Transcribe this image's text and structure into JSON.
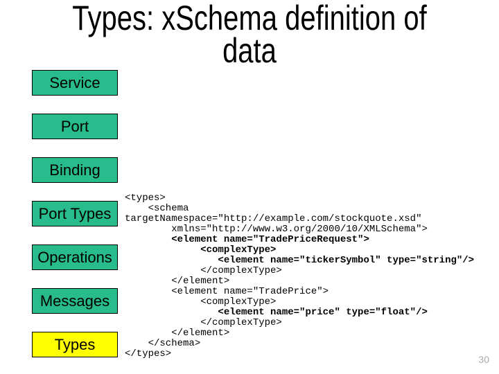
{
  "slide": {
    "title_line1": "Types: xSchema definition of",
    "title_line2": "data",
    "page_number": "30"
  },
  "colors": {
    "box_green": "#28BB8C",
    "box_highlight": "#FFFF00",
    "box_border": "#000000",
    "page_number": "#A9A9A9"
  },
  "wsdl_stack": [
    {
      "label": "Service",
      "highlight": false
    },
    {
      "label": "Port",
      "highlight": false
    },
    {
      "label": "Binding",
      "highlight": false
    },
    {
      "label": "Port Types",
      "highlight": false
    },
    {
      "label": "Operations",
      "highlight": false
    },
    {
      "label": "Messages",
      "highlight": false
    },
    {
      "label": "Types",
      "highlight": true
    }
  ],
  "code": {
    "lines": [
      {
        "indent": 0,
        "bold": false,
        "text": "<types>"
      },
      {
        "indent": 4,
        "bold": false,
        "text": "<schema"
      },
      {
        "indent": 0,
        "bold": false,
        "text": "targetNamespace=\"http://example.com/stockquote.xsd\""
      },
      {
        "indent": 8,
        "bold": false,
        "text": "xmlns=\"http://www.w3.org/2000/10/XMLSchema\">"
      },
      {
        "indent": 8,
        "bold": true,
        "text": "<element name=\"TradePriceRequest\">"
      },
      {
        "indent": 13,
        "bold": true,
        "text": "<complexType>"
      },
      {
        "indent": 16,
        "bold": true,
        "text": "<element name=\"tickerSymbol\" type=\"string\"/>"
      },
      {
        "indent": 13,
        "bold": false,
        "text": "</complexType>"
      },
      {
        "indent": 8,
        "bold": false,
        "text": "</element>"
      },
      {
        "indent": 8,
        "bold": false,
        "text": "<element name=\"TradePrice\">"
      },
      {
        "indent": 13,
        "bold": false,
        "text": "<complexType>"
      },
      {
        "indent": 16,
        "bold": true,
        "text": "<element name=\"price\" type=\"float\"/>"
      },
      {
        "indent": 13,
        "bold": false,
        "text": "</complexType>"
      },
      {
        "indent": 8,
        "bold": false,
        "text": "</element>"
      },
      {
        "indent": 4,
        "bold": false,
        "text": "</schema>"
      },
      {
        "indent": 0,
        "bold": false,
        "text": "</types>"
      }
    ]
  }
}
